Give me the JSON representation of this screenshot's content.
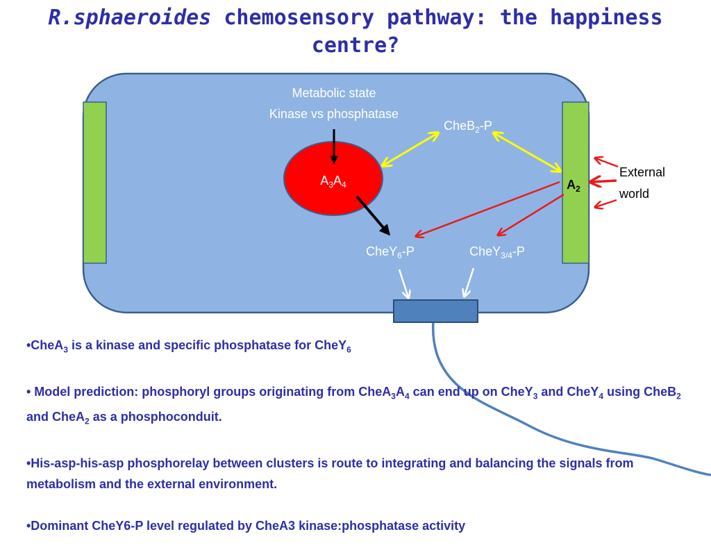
{
  "title": {
    "italic": "R.sphaeroides",
    "rest": " chemosensory pathway: the happiness centre?"
  },
  "diagram": {
    "metabolic_line1": "Metabolic state",
    "metabolic_line2": "Kinase vs phosphatase",
    "a3a4": {
      "a": "A",
      "s1": "3",
      "b": "A",
      "s2": "4"
    },
    "a2": {
      "a": "A",
      "s": "2"
    },
    "cheb2": {
      "pre": "CheB",
      "sub": "2",
      "post": "-P"
    },
    "chey6": {
      "pre": "CheY",
      "sub": "6",
      "post": "-P"
    },
    "chey34": {
      "pre": "CheY",
      "sub": "3/4",
      "post": "-P"
    },
    "external_line1": "External",
    "external_line2": "world",
    "colors": {
      "cell": "#8fb4e3",
      "cell_border": "#3a5f8f",
      "membrane": "#92d050",
      "cluster": "#ff0000",
      "yellow_arrow": "#ffff00",
      "red_arrow": "#e81c1c",
      "motor": "#4f81bd",
      "text_blue": "#2e2ea8"
    }
  },
  "bullets": {
    "b1": {
      "t1": "•CheA",
      "s1": "3",
      "t2": " is a kinase and specific phosphatase for CheY",
      "s2": "6"
    },
    "b2": {
      "t1": "• Model prediction: phosphoryl groups originating from CheA",
      "s1": "3",
      "t2": "A",
      "s2": "4",
      "t3": " can end up on CheY",
      "s3": "3",
      "t4": " and CheY",
      "s4": "4",
      "t5": " using CheB",
      "s5": "2",
      "t6": " and CheA",
      "s6": "2",
      "t7": " as a phosphoconduit."
    },
    "b3": "•His-asp-his-asp phosphorelay between clusters is route to integrating and balancing the signals from metabolism and the external  environment.",
    "b4": "•Dominant CheY6-P level regulated by CheA3 kinase:phosphatase activity"
  }
}
